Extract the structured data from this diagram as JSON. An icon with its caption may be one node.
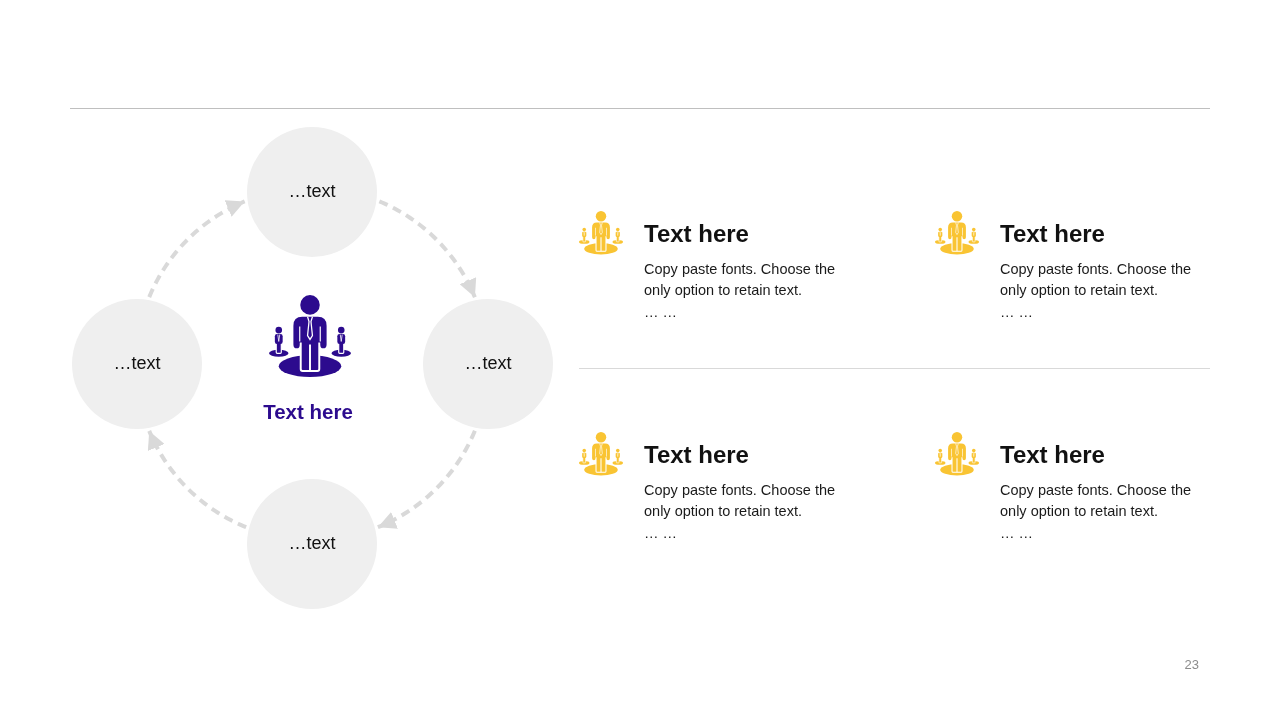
{
  "diagram": {
    "nodes": [
      {
        "text": [
          "…text"
        ]
      },
      {
        "text": [
          "…text"
        ]
      },
      {
        "text": [
          "…text"
        ]
      },
      {
        "text": [
          "…text"
        ]
      }
    ],
    "edges": [
      {
        "from": 1,
        "to": 0,
        "arrow": "to",
        "style": "dashed"
      },
      {
        "from": 0,
        "to": 2,
        "arrow": "to",
        "style": "dashed"
      },
      {
        "from": 2,
        "to": 3,
        "arrow": "to",
        "style": "dashed"
      },
      {
        "from": 3,
        "to": 1,
        "arrow": "to",
        "style": "dashed"
      }
    ],
    "labels": [
      "Text here",
      "Text here",
      "Copy paste fonts. Choose the only option to retain text.",
      "… …",
      "Text here",
      "Copy paste fonts. Choose the only option to retain text.",
      "… …",
      "Text here",
      "Copy paste fonts. Choose the only option to retain text.",
      "… …",
      "Text here",
      "Copy paste fonts. Choose the only option to retain text.",
      "… …",
      "23"
    ]
  }
}
